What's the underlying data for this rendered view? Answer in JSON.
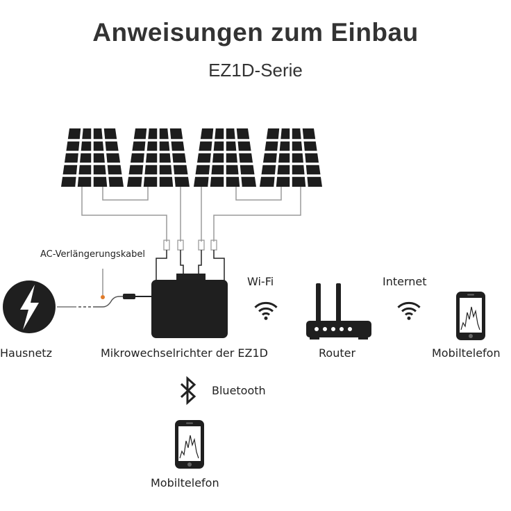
{
  "header": {
    "title": "Anweisungen zum Einbau",
    "subtitle": "EZ1D-Serie"
  },
  "labels": {
    "ac_cable": "AC-Verlängerungskabel",
    "wifi": "Wi-Fi",
    "internet": "Internet",
    "grid": "Hausnetz",
    "inverter": "Mikrowechselrichter der EZ1D",
    "router": "Router",
    "phone_right": "Mobiltelefon",
    "bluetooth": "Bluetooth",
    "phone_bottom": "Mobiltelefon"
  },
  "colors": {
    "ink": "#222222",
    "wire": "#9a9a9a",
    "accent": "#e07b2a"
  },
  "icons": [
    "solar-panel-icon",
    "lightning-icon",
    "wifi-icon",
    "router-icon",
    "smartphone-icon",
    "bluetooth-icon"
  ]
}
